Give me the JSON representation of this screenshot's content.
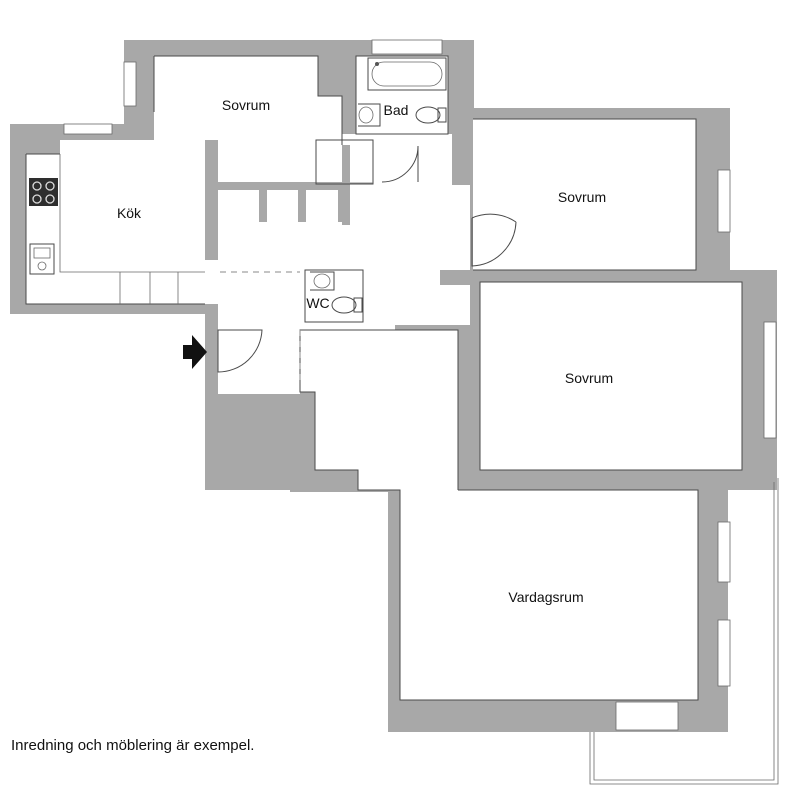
{
  "rooms": {
    "sovrum_top": "Sovrum",
    "bad": "Bad",
    "kok": "Kök",
    "sovrum_right_upper": "Sovrum",
    "wc": "WC",
    "sovrum_right_lower": "Sovrum",
    "vardagsrum": "Vardagsrum"
  },
  "note": "Inredning och möblering är exempel.",
  "colors": {
    "wall": "#a8a8a8",
    "room": "#ffffff",
    "line": "#4a4a4a"
  },
  "icons": [
    "entrance-arrow-icon",
    "stove-icon",
    "sink-icon",
    "bathtub-icon",
    "toilet-icon",
    "washbasin-icon"
  ]
}
